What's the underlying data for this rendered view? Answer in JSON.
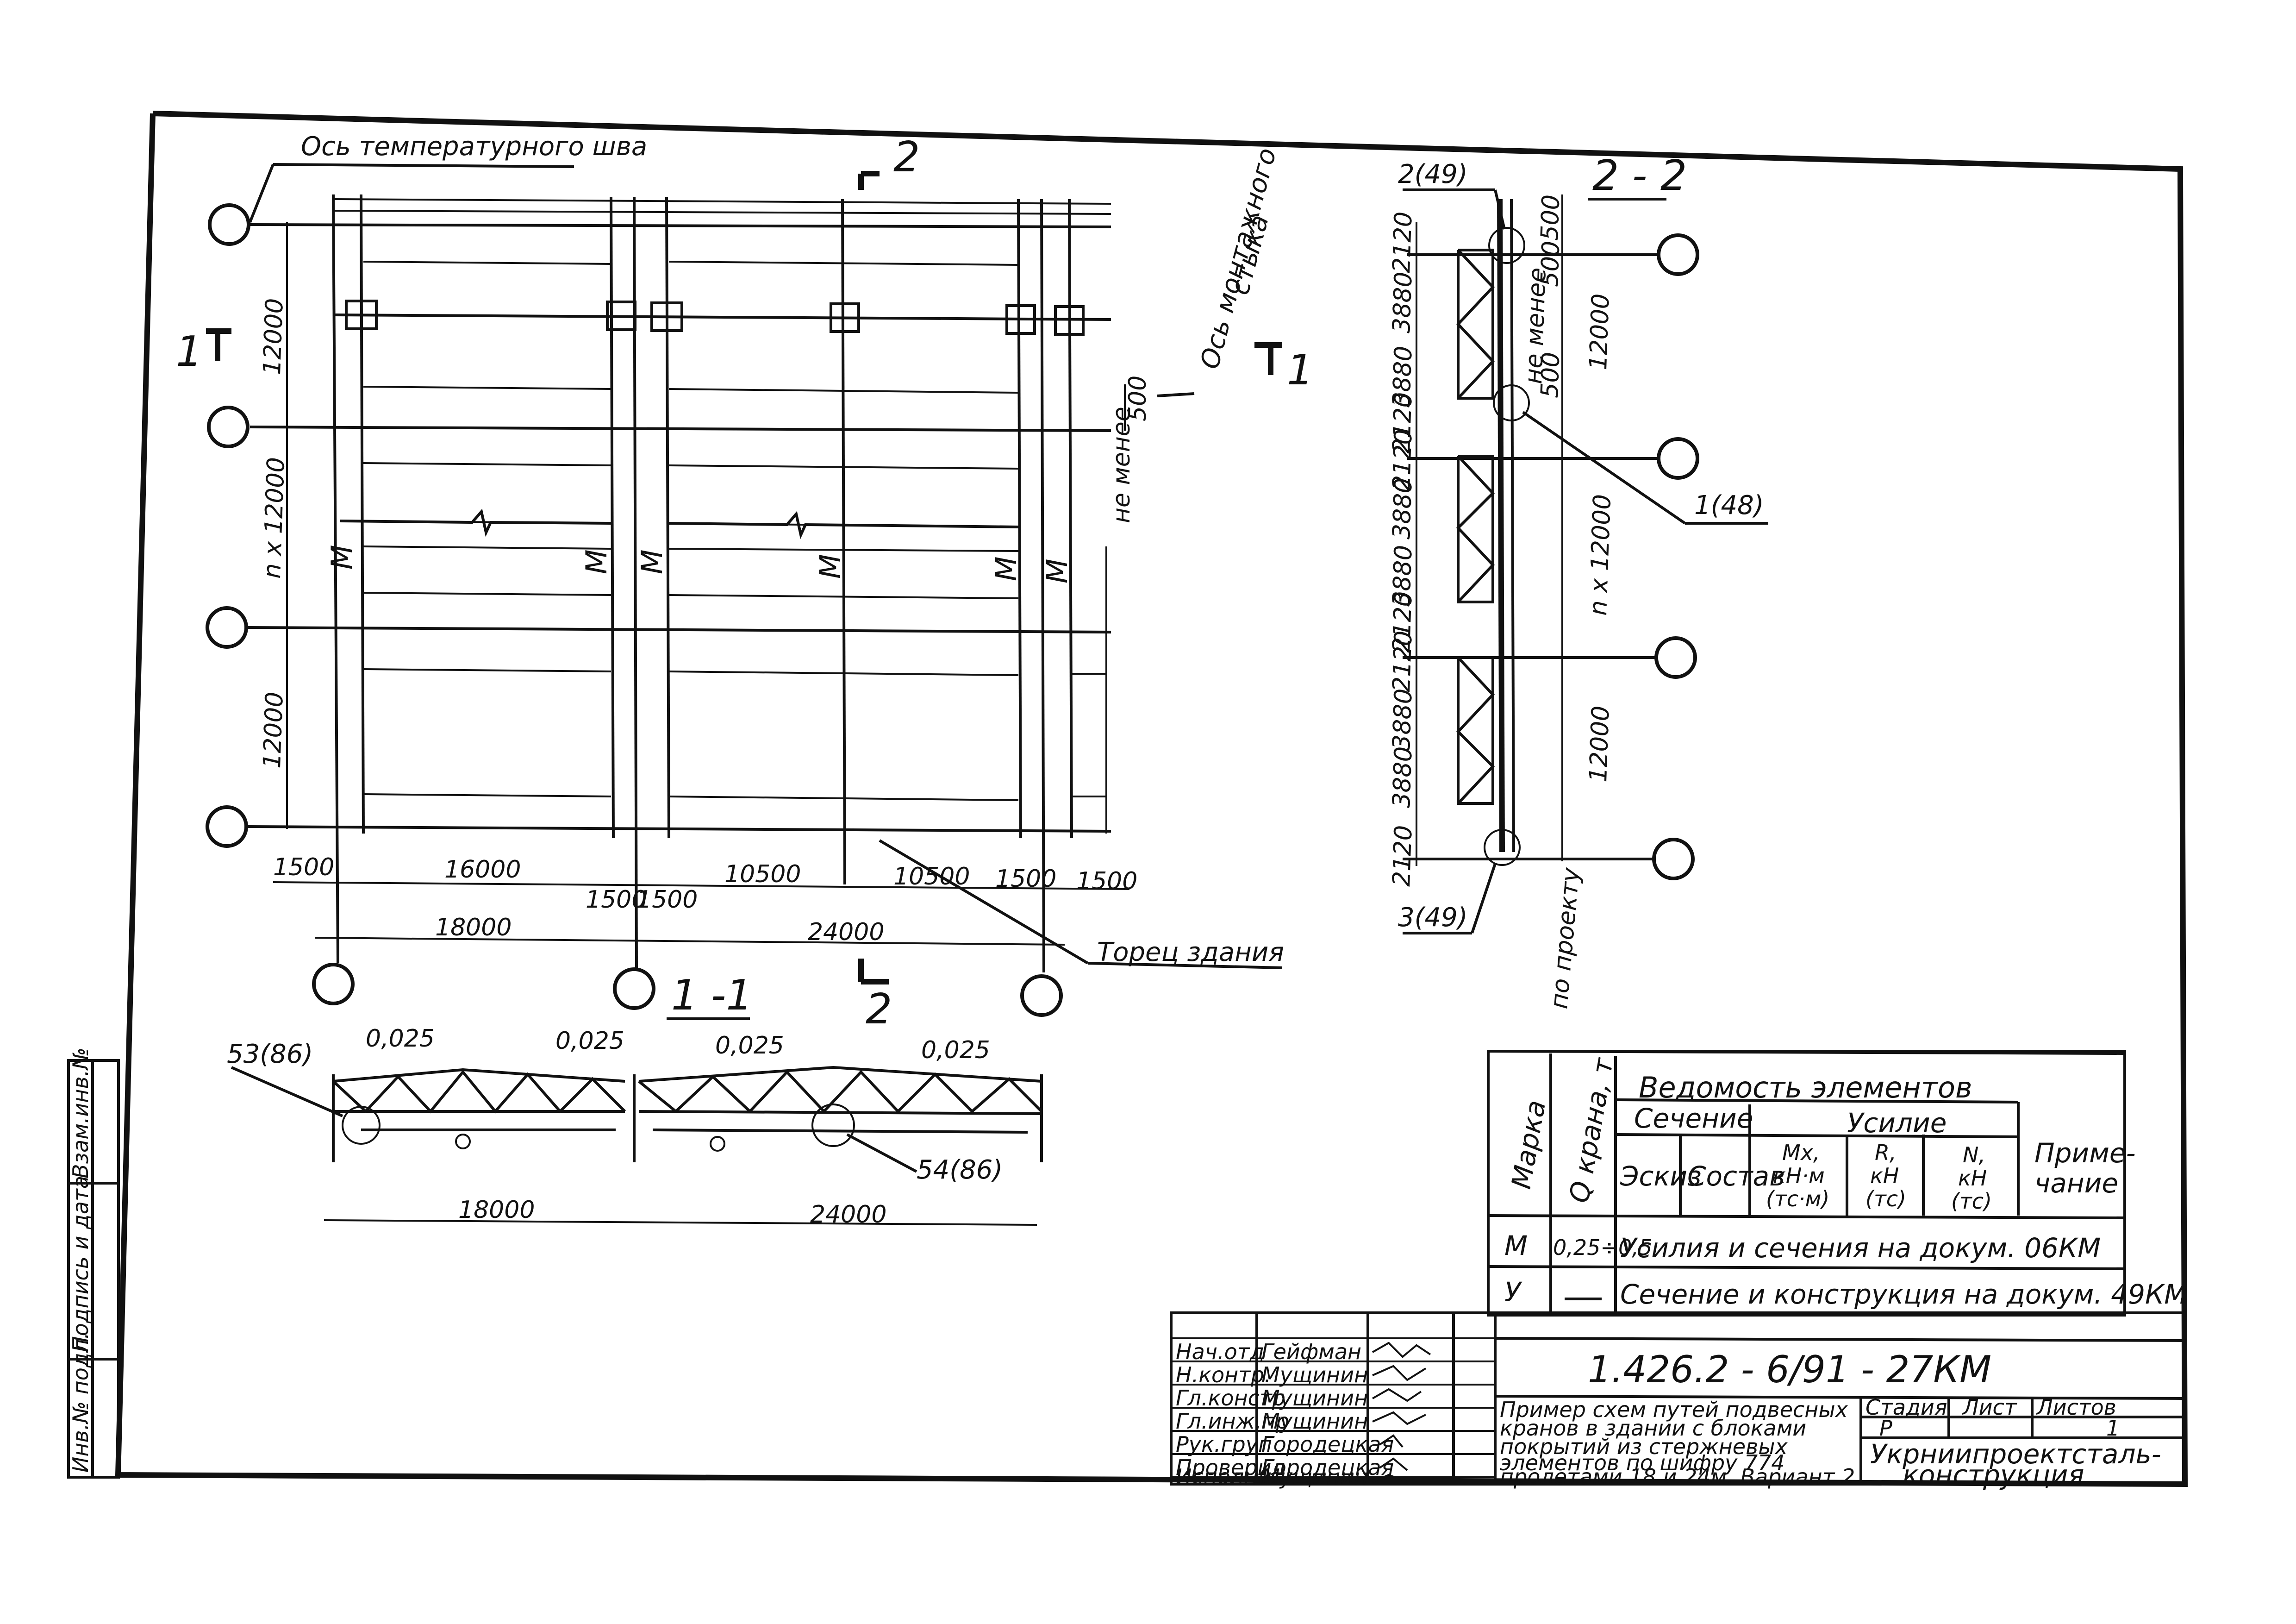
{
  "plan": {
    "temp_joint_axis": "Ось температурного шва",
    "mount_joint_axis_1": "Ось монтажного",
    "mount_joint_axis_2": "стыка",
    "section_mark_top": "2",
    "section_mark_bottom": "2",
    "section_mark_left": "1",
    "section_mark_right": "1",
    "dim_12000_top": "12000",
    "dim_nx12000": "n x 12000",
    "dim_12000_bottom": "12000",
    "dim_500": "500",
    "dim_not_less": "не менее",
    "beam_marks": [
      "М",
      "М",
      "М",
      "М",
      "М",
      "М"
    ],
    "bottom_dims_row1": [
      "1500",
      "16000",
      "1500",
      "1500",
      "10500",
      "10500",
      "1500",
      "1500"
    ],
    "span_18000": "18000",
    "span_24000": "24000",
    "building_end": "Торец здания"
  },
  "section_11": {
    "title": "1 -1",
    "slopes": [
      "0,025",
      "0,025",
      "0,025",
      "0,025"
    ],
    "node_53": "53(86)",
    "node_54": "54(86)",
    "span_18000": "18000",
    "span_24000": "24000"
  },
  "section_22": {
    "title": "2 - 2",
    "node_2": "2(49)",
    "node_1": "1(48)",
    "node_3": "3(49)",
    "dims_vertical": [
      "2120",
      "3880",
      "3880",
      "2120",
      "2120",
      "3880",
      "3880",
      "2120",
      "2120",
      "3880",
      "3880",
      "2120"
    ],
    "dim_500_a": "500",
    "dim_500_b": "500",
    "dim_500_c": "500",
    "dim_not_less": "не менее",
    "dim_12000_top": "12000",
    "dim_nx12000": "n x 12000",
    "dim_12000_bottom": "12000",
    "by_project": "по проекту"
  },
  "table": {
    "title": "Ведомость элементов",
    "col_mark": "Марка",
    "col_q": "Q крана, т",
    "col_section": "Сечение",
    "col_sketch": "Эскиз",
    "col_comp": "Состав",
    "col_force": "Усилие",
    "col_m": "Мх,",
    "col_m_units": "кН·м",
    "col_m_units2": "(тс·м)",
    "col_r": "R,",
    "col_r_units": "кН",
    "col_r_units2": "(тс)",
    "col_n": "N,",
    "col_n_units": "кН",
    "col_n_units2": "(тс)",
    "col_note_1": "Приме-",
    "col_note_2": "чание",
    "rows": [
      {
        "mark": "М",
        "q": "0,25÷0,5",
        "text": "Усилия и сечения на докум. 06КМ"
      },
      {
        "mark": "У",
        "q": "",
        "text": "Сечение и конструкция на докум. 49КМ"
      }
    ]
  },
  "title_block": {
    "roles": [
      "Нач.отд",
      "Н.контр.",
      "Гл.констр",
      "Гл.инж.пр",
      "Рук.груп",
      "Проверил",
      "Исполнил"
    ],
    "names": [
      "Гейфман",
      "Мущинин",
      "Мущинин",
      "Мущинин",
      "Городецкая",
      "Городецкая",
      "Мущинин"
    ],
    "doc_code": "1.426.2 - 6/91  - 27КМ",
    "description": [
      "Пример схем путей подвесных",
      "кранов в здании с блоками",
      "покрытий из стержневых",
      "элементов по шифру 774",
      "пролетами 18 и 24м. Вариант 2"
    ],
    "stage_label": "Стадия",
    "sheet_label": "Лист",
    "sheets_label": "Листов",
    "stage_value": "Р",
    "sheets_value": "1",
    "org_1": "Укрниипроектсталь-",
    "org_2": "конструкция"
  },
  "side_stamp": {
    "inv_orig": "Инв.№ подл.",
    "sign_date": "Подпись и дата",
    "inv_repl": "Взам.инв.№"
  }
}
